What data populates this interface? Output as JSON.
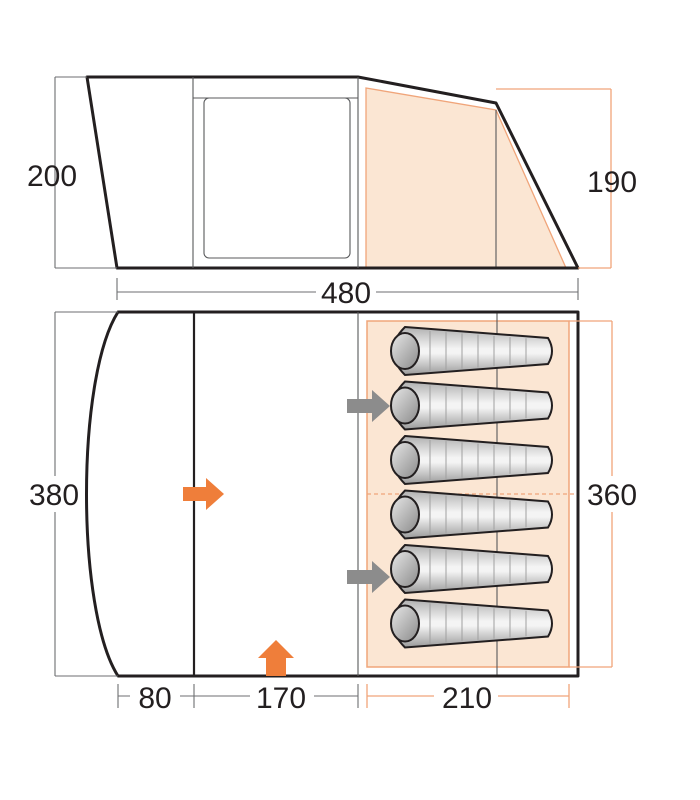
{
  "dimensions": {
    "side_height": "200",
    "side_inner_height": "190",
    "total_length": "480",
    "floor_width": "380",
    "bedroom_width": "360",
    "porch_depth": "80",
    "living_depth": "170",
    "bedroom_depth": "210"
  },
  "sleeping_bags": 6,
  "colors": {
    "outline": "#231f20",
    "bedroom_fill": "#fbe6d3",
    "bedroom_edge": "#f0a57a",
    "arrow_orange": "#ef7e3a",
    "arrow_grey": "#8c8c8c",
    "sleeping_bag_dark": "#9a9a9a",
    "sleeping_bag_light": "#f3f3f3"
  },
  "icons": [
    "entrance-arrow-icon",
    "sleeping-bag-icon"
  ]
}
